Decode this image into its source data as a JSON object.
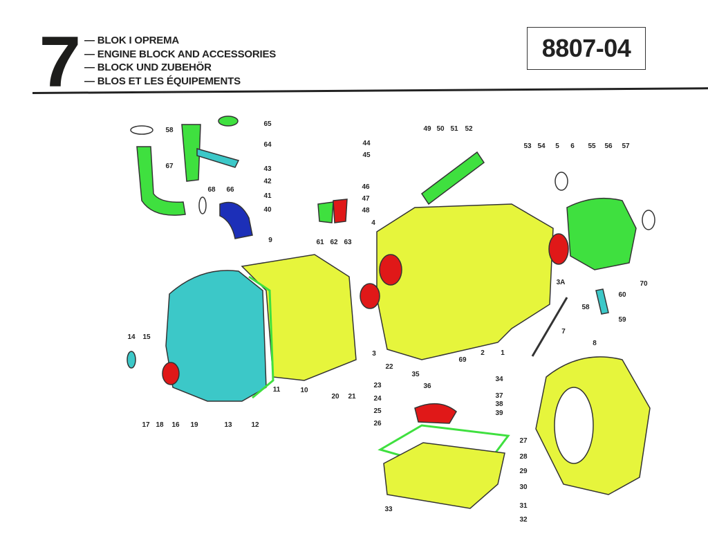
{
  "header": {
    "chapter_number": "7",
    "titles": [
      "BLOK I OPREMA",
      "ENGINE BLOCK AND ACCESSORIES",
      "BLOCK UND ZUBEHÖR",
      "BLOS ET LES ÉQUIPEMENTS"
    ],
    "part_code": "8807-04"
  },
  "diagram": {
    "part_labels": [
      "58",
      "65",
      "64",
      "67",
      "68",
      "66",
      "43",
      "42",
      "41",
      "40",
      "9",
      "61",
      "62",
      "63",
      "44",
      "45",
      "46",
      "47",
      "48",
      "4",
      "49",
      "50",
      "51",
      "52",
      "53",
      "54",
      "5",
      "6",
      "55",
      "56",
      "57",
      "3A",
      "70",
      "60",
      "58",
      "59",
      "7",
      "8",
      "14",
      "15",
      "2",
      "1",
      "69",
      "3",
      "22",
      "35",
      "36",
      "34",
      "23",
      "24",
      "25",
      "26",
      "37",
      "38",
      "39",
      "20",
      "21",
      "10",
      "11",
      "17",
      "18",
      "16",
      "19",
      "13",
      "12",
      "27",
      "28",
      "29",
      "30",
      "31",
      "33",
      "32"
    ],
    "colors": {
      "block": "#e6f53c",
      "hose": "#3fe03f",
      "cover": "#3cc8c8",
      "seal": "#e01818",
      "elbow": "#1c2fb8",
      "line": "#333333"
    }
  }
}
